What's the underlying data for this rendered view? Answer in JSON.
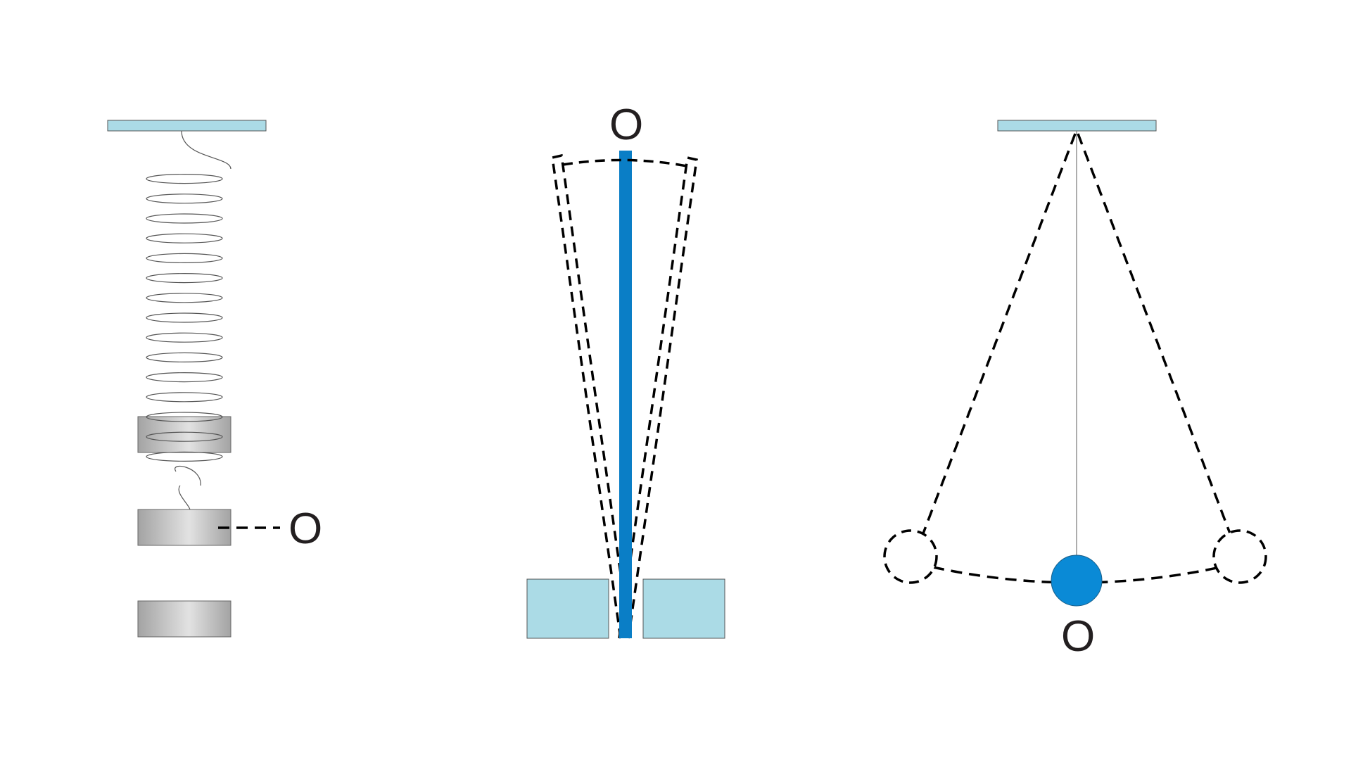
{
  "labels": {
    "spring_equilibrium": "O",
    "rod_pivot": "O",
    "pendulum_equilibrium": "O"
  },
  "colors": {
    "support": "#abdbe6",
    "mass_light": "#e0e0e0",
    "mass_dark": "#a3a3a3",
    "rod": "#0a7ec6",
    "bob": "#0a8ad6",
    "dash": "#000000",
    "text": "#231f20"
  }
}
